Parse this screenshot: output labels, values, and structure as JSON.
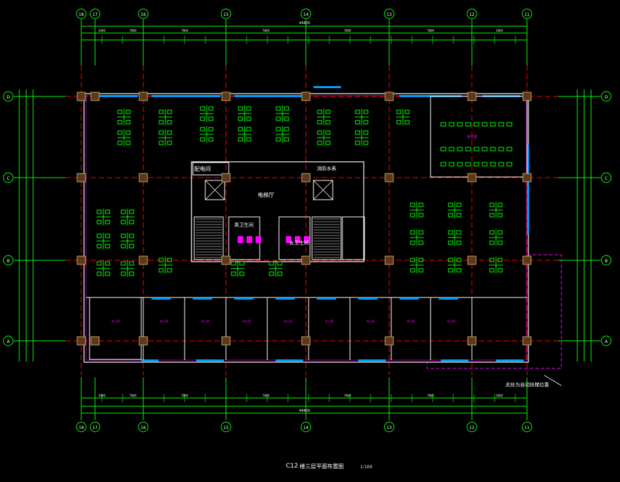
{
  "axes_top": [
    "18",
    "17",
    "16",
    "15",
    "14",
    "13",
    "12",
    "11"
  ],
  "axes_side": [
    "D",
    "C",
    "B",
    "A"
  ],
  "dim_overall": "44400",
  "dim_segments_top": [
    "3600",
    "7800",
    "7800",
    "7800",
    "7800",
    "7800",
    "3600"
  ],
  "rooms": {
    "power_room": "配电间",
    "elevator_hall": "电梯厅",
    "men_wc": "男卫生间",
    "women_wc": "女卫生间",
    "fire_room": "消防水表",
    "office": "办公室",
    "meeting": "会议室"
  },
  "title": {
    "code": "C12",
    "name": "楼三层平面布置图",
    "scale": "1:100"
  },
  "note": "此处为自动扶梯位置",
  "colors": {
    "axis": "#00ff00",
    "grid_red": "#ff0000",
    "wall": "#ffffff",
    "window": "#00a0ff",
    "furniture": "#00ff00",
    "column": "#c8a060",
    "magenta": "#ff00ff"
  }
}
